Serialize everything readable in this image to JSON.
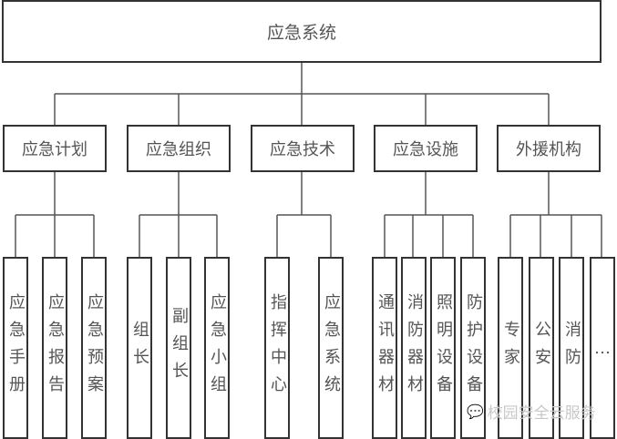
{
  "root": "应急系统",
  "groups": [
    {
      "label": "应急计划",
      "children": [
        "应急手册",
        "应急报告",
        "应急预案"
      ]
    },
    {
      "label": "应急组织",
      "children": [
        "组长",
        "副组长",
        "应急小组"
      ]
    },
    {
      "label": "应急技术",
      "children": [
        "指挥中心",
        "应急系统"
      ]
    },
    {
      "label": "应急设施",
      "children": [
        "通讯器材",
        "消防器材",
        "照明设备",
        "防护设备"
      ]
    },
    {
      "label": "外援机构",
      "children": [
        "专家",
        "公安",
        "消防",
        "…"
      ]
    }
  ],
  "watermark": "校园安全云服务"
}
